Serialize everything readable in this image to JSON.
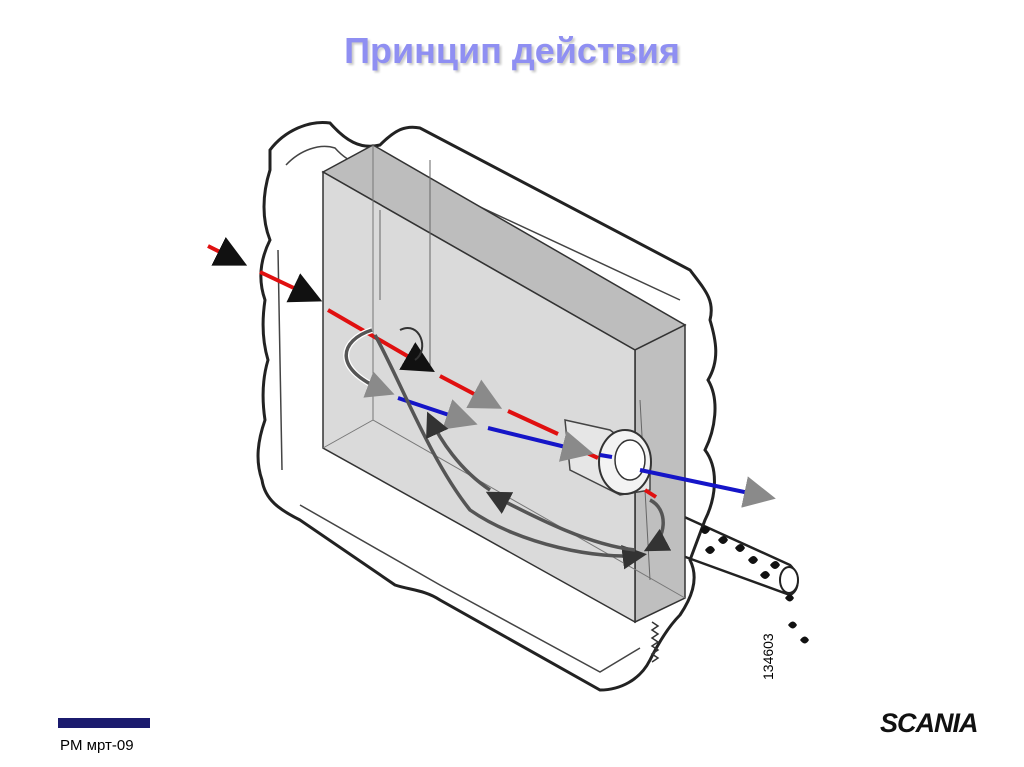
{
  "slide": {
    "title": "Принцип действия",
    "footer_label": "PM мрт-09",
    "figure_number": "134603",
    "brand_logo_text": "SCANIA"
  },
  "colors": {
    "title": "#8f8ff2",
    "hot_flow": "#e01010",
    "cool_flow": "#1515c8",
    "circulation_arrows": "#555555",
    "tank_fill": "#d3d3d3",
    "footer_bar": "#1b1b6e"
  }
}
